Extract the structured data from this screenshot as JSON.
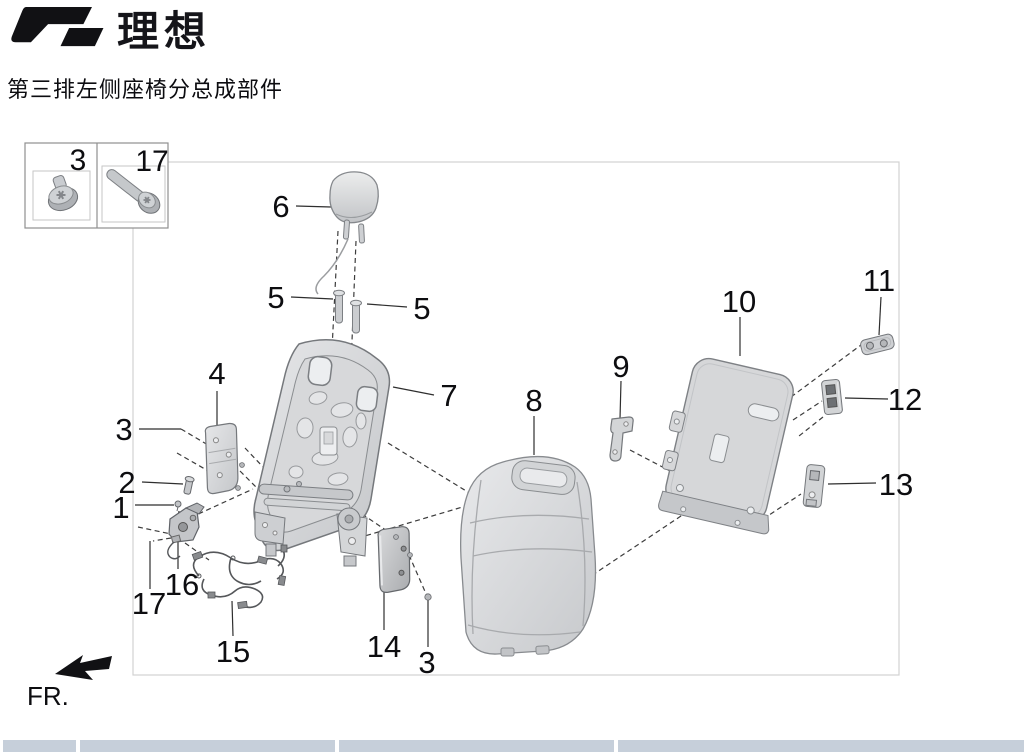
{
  "brand": {
    "name": "理想",
    "logo_mark": "li-auto-logo"
  },
  "page_title": "第三排左侧座椅分总成部件",
  "legend": {
    "items": [
      {
        "num": "3",
        "icon": "torx-screw-short-icon"
      },
      {
        "num": "17",
        "icon": "torx-bolt-long-icon"
      }
    ]
  },
  "callouts": {
    "n1": "1",
    "n2": "2",
    "n3_left": "3",
    "n3_bottom": "3",
    "n4": "4",
    "n5_left": "5",
    "n5_right": "5",
    "n6": "6",
    "n7": "7",
    "n8": "8",
    "n9": "9",
    "n10": "10",
    "n11": "11",
    "n12": "12",
    "n13": "13",
    "n14": "14",
    "n15": "15",
    "n16": "16",
    "n17": "17"
  },
  "direction_label": "FR.",
  "footer_table": {
    "header_fill": "#c6cfda",
    "header_cells": [
      "",
      "",
      "",
      ""
    ]
  },
  "colors": {
    "part_fill": "#d9dadc",
    "part_stroke": "#7c7f83",
    "callout_line": "#333333",
    "diagram_border": "#d2d2d2"
  }
}
